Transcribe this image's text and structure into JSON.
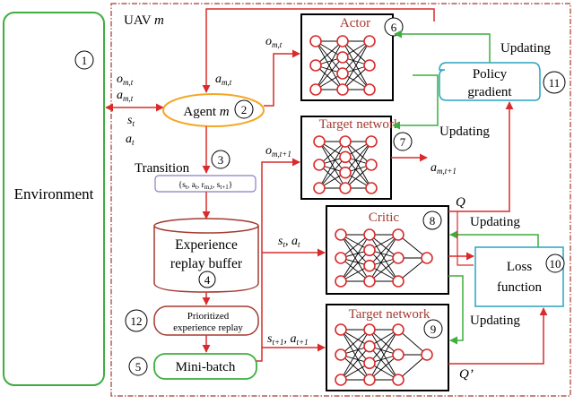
{
  "environment": {
    "label": "Environment",
    "number": "1"
  },
  "uav": {
    "label": "UAV",
    "var": "m"
  },
  "agent": {
    "label": "Agent",
    "var": "m",
    "number": "2"
  },
  "transition": {
    "label": "Transition",
    "number": "3",
    "tuple": "{s",
    "tuple_sub_t": "t",
    "tuple_a": ", a",
    "tuple_a_sub": "t",
    "tuple_r": ", r",
    "tuple_r_sub": "m,t",
    "tuple_s2": ", s",
    "tuple_s2_sub": "t+1",
    "tuple_end": "}"
  },
  "buffer": {
    "line1": "Experience",
    "line2": "replay buffer",
    "number": "4"
  },
  "prioritized": {
    "line1": "Prioritized",
    "line2": "experience replay",
    "number": "12"
  },
  "minibatch": {
    "label": "Mini-batch",
    "number": "5"
  },
  "actor": {
    "label": "Actor",
    "number": "6"
  },
  "target_actor": {
    "label": "Target network",
    "number": "7"
  },
  "critic": {
    "label": "Critic",
    "number": "8"
  },
  "target_critic": {
    "label": "Target network",
    "number": "9"
  },
  "loss": {
    "line1": "Loss",
    "line2": "function",
    "number": "10"
  },
  "policy": {
    "line1": "Policy",
    "line2": "gradient",
    "number": "11"
  },
  "signals": {
    "o": "o",
    "o_sub": "m,t",
    "a": "a",
    "a_sub": "m,t",
    "s": "s",
    "s_sub": "t",
    "at": "a",
    "at_sub": "t",
    "o_next_sub": "m,t+1",
    "a_next_sub": "m,t+1",
    "st_comma": ", a",
    "s_next_sub": "t+1",
    "a_next2_sub": "t+1",
    "q": "Q",
    "q_prime": "Q’"
  },
  "updating": "Updating",
  "colors": {
    "green": "#3eae3e",
    "red": "#d92b2b",
    "orange": "#f5a623",
    "brown": "#a33a30",
    "cyan": "#29a3c2",
    "black": "#000000"
  }
}
